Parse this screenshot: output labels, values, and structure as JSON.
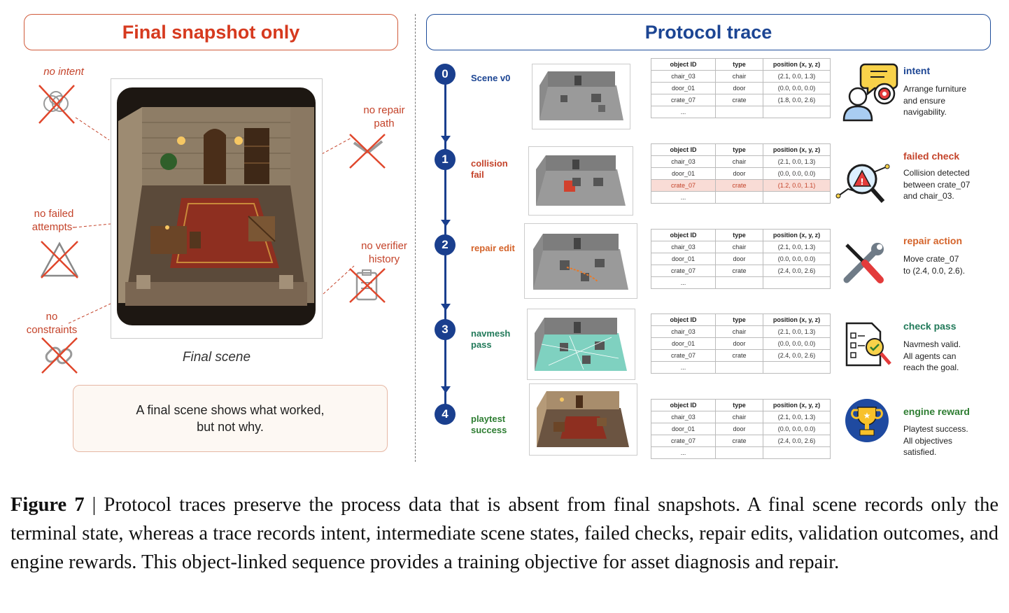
{
  "left": {
    "header": "Final snapshot only",
    "missing": {
      "intent": "no intent",
      "repair": "no repair path",
      "failed": "no failed attempts-",
      "verifier": "no verifier history",
      "constraints": "no constraints"
    },
    "scene_label": "Final scene",
    "note_line1": "A final scene shows what worked,",
    "note_line2": "but not why."
  },
  "right": {
    "header": "Protocol trace",
    "table_headers": [
      "object ID",
      "type",
      "position (x, y, z)"
    ],
    "colors": {
      "blue": "#1a3f8e",
      "red": "#c4432a",
      "orange": "#d4632a",
      "teal": "#227a5a",
      "green": "#2e7d32"
    },
    "steps": [
      {
        "num": "0",
        "label_l1": "Scene v0",
        "label_l2": "",
        "rows": [
          [
            "chair_03",
            "chair",
            "(2.1, 0.0, 1.3)"
          ],
          [
            "door_01",
            "door",
            "(0.0, 0.0, 0.0)"
          ],
          [
            "crate_07",
            "crate",
            "(1.8, 0.0, 2.6)"
          ],
          [
            "...",
            "",
            ""
          ]
        ],
        "icon": "person-target-icon",
        "title": "intent",
        "t1": "Arrange furniture",
        "t2": "and ensure",
        "t3": "navigability."
      },
      {
        "num": "1",
        "label_l1": "collision",
        "label_l2": "fail",
        "rows": [
          [
            "object ID",
            "type",
            "position (x, y, z)"
          ],
          [
            "chair_03",
            "chair",
            "(2.1, 0.0, 1.3)"
          ],
          [
            "door_01",
            "door",
            "(0.0, 0.0, 0.0)"
          ],
          [
            "crate_07",
            "crate",
            "(1.2, 0.0, 1.1)"
          ],
          [
            "...",
            "",
            ""
          ]
        ],
        "icon": "magnifier-warning-icon",
        "title": "failed check",
        "t1": "Collision detected",
        "t2": "between crate_07",
        "t3": "and chair_03."
      },
      {
        "num": "2",
        "label_l1": "repair edit",
        "label_l2": "",
        "rows": [
          [
            "chair_03",
            "chair",
            "(2.1, 0.0, 1.3)"
          ],
          [
            "door_01",
            "door",
            "(0.0, 0.0, 0.0)"
          ],
          [
            "crate_07",
            "crate",
            "(2.4, 0.0, 2.6)"
          ],
          [
            "...",
            "",
            ""
          ]
        ],
        "icon": "wrench-screwdriver-icon",
        "title": "repair action",
        "t1": "Move crate_07",
        "t2": "to (2.4, 0.0, 2.6).",
        "t3": ""
      },
      {
        "num": "3",
        "label_l1": "navmesh",
        "label_l2": "pass",
        "rows": [
          [
            "chair_03",
            "chair",
            "(2.1, 0.0, 1.3)"
          ],
          [
            "door_01",
            "door",
            "(0.0, 0.0, 0.0)"
          ],
          [
            "crate_07",
            "crate",
            "(2.4, 0.0, 2.6)"
          ],
          [
            "...",
            "",
            ""
          ]
        ],
        "icon": "checklist-icon",
        "title": "check pass",
        "t1": "Navmesh valid.",
        "t2": "All agents can",
        "t3": "reach the goal."
      },
      {
        "num": "4",
        "label_l1": "playtest",
        "label_l2": "success",
        "rows": [
          [
            "chair_03",
            "chair",
            "(2.1, 0.0, 1.3)"
          ],
          [
            "door_01",
            "door",
            "(0.0, 0.0, 0.0)"
          ],
          [
            "crate_07",
            "crate",
            "(2.4, 0.0, 2.6)"
          ],
          [
            "...",
            "",
            ""
          ]
        ],
        "icon": "trophy-icon",
        "title": "engine reward",
        "t1": "Playtest success.",
        "t2": "All objectives",
        "t3": "satisfied."
      }
    ]
  },
  "caption": {
    "label": "Figure 7",
    "text": " | Protocol traces preserve the process data that is absent from final snapshots. A final scene records only the terminal state, whereas a trace records intent, intermediate scene states, failed checks, repair edits, validation outcomes, and engine rewards. This object-linked sequence provides a training objective for asset diagnosis and repair."
  }
}
